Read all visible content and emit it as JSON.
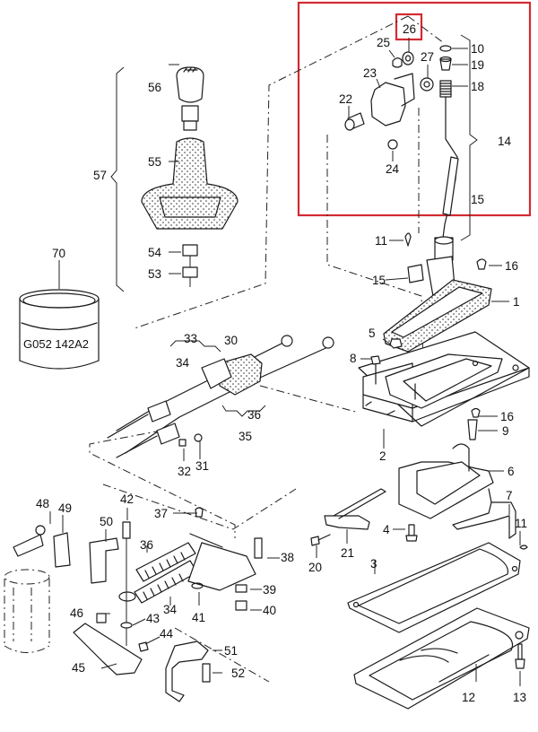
{
  "diagram": {
    "title": "Gear shift mechanism exploded parts diagram",
    "highlight_color": "#d42a32",
    "highlighted_part": "26",
    "ring_marking": "G052 142A2",
    "labels": {
      "p1": "1",
      "p2": "2",
      "p3": "3",
      "p4": "4",
      "p5": "5",
      "p6": "6",
      "p7": "7",
      "p8": "8",
      "p9": "9",
      "p10": "10",
      "p11a": "11",
      "p11b": "11",
      "p12": "12",
      "p13": "13",
      "p14": "14",
      "p15a": "15",
      "p15b": "15",
      "p16a": "16",
      "p16b": "16",
      "p18": "18",
      "p19": "19",
      "p20": "20",
      "p21": "21",
      "p22": "22",
      "p23": "23",
      "p24": "24",
      "p25": "25",
      "p26": "26",
      "p27": "27",
      "p30": "30",
      "p31": "31",
      "p32": "32",
      "p33": "33",
      "p34a": "34",
      "p34b": "34",
      "p35": "35",
      "p36a": "36",
      "p36b": "36",
      "p37": "37",
      "p38": "38",
      "p39": "39",
      "p40": "40",
      "p41": "41",
      "p42": "42",
      "p43": "43",
      "p44": "44",
      "p45": "45",
      "p46": "46",
      "p48": "48",
      "p49": "49",
      "p50": "50",
      "p51": "51",
      "p52": "52",
      "p53": "53",
      "p54": "54",
      "p55": "55",
      "p56": "56",
      "p57": "57",
      "p70": "70"
    },
    "icons": {
      "knob": "gear-knob-icon",
      "boot": "shift-boot-icon",
      "ring": "ring-seal-icon",
      "cables": "shift-cable-icon",
      "housing": "shift-housing-icon"
    }
  }
}
